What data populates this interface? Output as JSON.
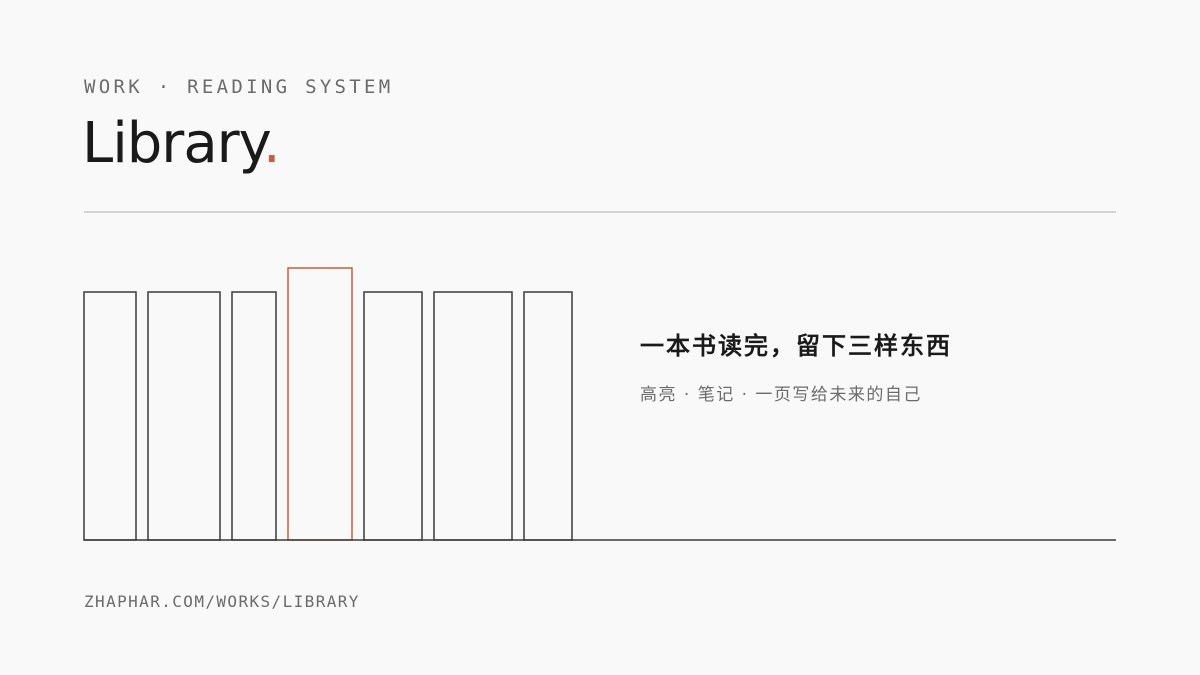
{
  "header": {
    "eyebrow": "WORK · READING SYSTEM",
    "title": "Library",
    "title_dot": "."
  },
  "shelf": {
    "books": [
      {
        "highlighted": false
      },
      {
        "highlighted": false
      },
      {
        "highlighted": false
      },
      {
        "highlighted": true
      },
      {
        "highlighted": false
      },
      {
        "highlighted": false
      },
      {
        "highlighted": false
      }
    ]
  },
  "content": {
    "headline": "一本书读完，留下三样东西",
    "subline": "高亮 · 笔记 · 一页写给未来的自己"
  },
  "footer": {
    "url": "ZHAPHAR.COM/WORKS/LIBRARY"
  },
  "colors": {
    "accent": "#c4603e",
    "ink": "#1a1a1a",
    "muted": "#6b6b6b",
    "rule": "#d4d4d4",
    "background": "#f9f9f9"
  }
}
